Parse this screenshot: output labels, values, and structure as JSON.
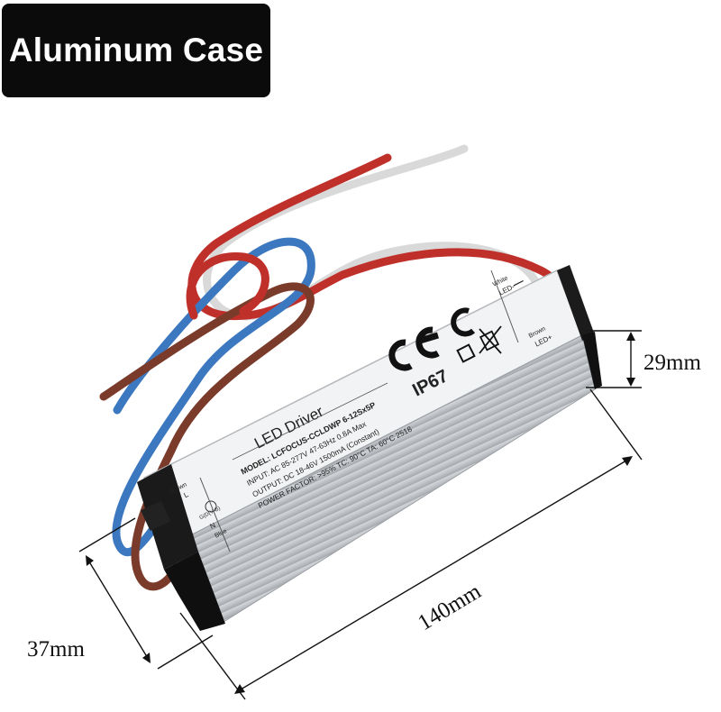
{
  "badge": {
    "label": "Aluminum Case"
  },
  "dimensions": {
    "length": "140mm",
    "width": "37mm",
    "height": "29mm"
  },
  "label": {
    "title": "LED Driver",
    "model": "MODEL: LCFOCUS-CCLDWP 6-12Sx5P",
    "input": "INPUT: AC 85-277V  47-63Hz  0.8A Max",
    "output": "OUTPUT: DC 18-46V   1500mA (Constant)",
    "power": "POWER FACTOR: >95%   TC: 90°C  TA: 60°C  2518",
    "rating": "IP67"
  },
  "left_end": {
    "brown": "Brown",
    "l": "L",
    "ground": "G(D(Y-G)",
    "n": "N",
    "blue": "Blue"
  },
  "right_end": {
    "white": "White",
    "led_neg": "LED-",
    "brown": "Brown",
    "led_pos": "LED+"
  },
  "colors": {
    "badge_bg": "#0b0b0b",
    "case_top": "#f4f5f6",
    "case_side": "#c9ccd0",
    "wire_red": "#c0302a",
    "wire_blue": "#3c78c0",
    "wire_brown": "#7a3b2a",
    "wire_white": "#dcdcdc"
  }
}
